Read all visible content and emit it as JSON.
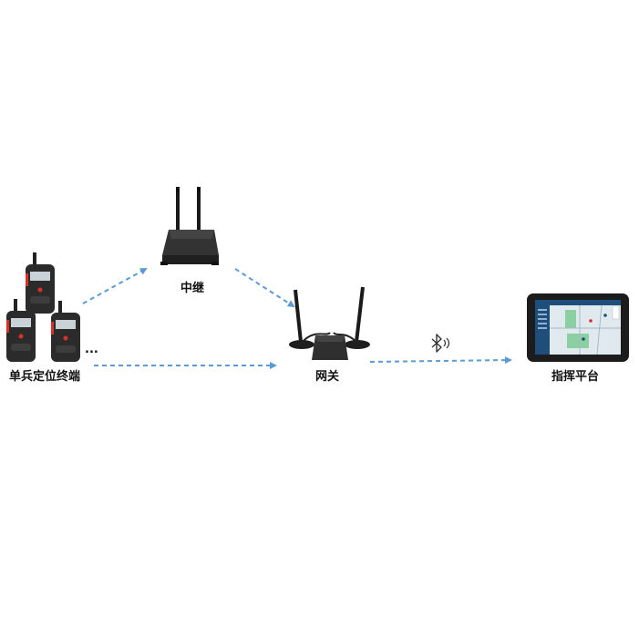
{
  "labels": {
    "terminals": "单兵定位终端",
    "relay": "中继",
    "gateway": "网关",
    "platform": "指挥平台",
    "ellipsis": "..."
  },
  "colors": {
    "arrow": "#5b9bd5",
    "device_body": "#2b2b2b",
    "device_accent": "#d8312a",
    "tablet_frame": "#1c1c1c",
    "screen_map": "#dfe9ee",
    "screen_green": "#8ccfa3",
    "screen_sidebar": "#1e4f7a"
  },
  "icons": {
    "link": "bluetooth-icon"
  }
}
